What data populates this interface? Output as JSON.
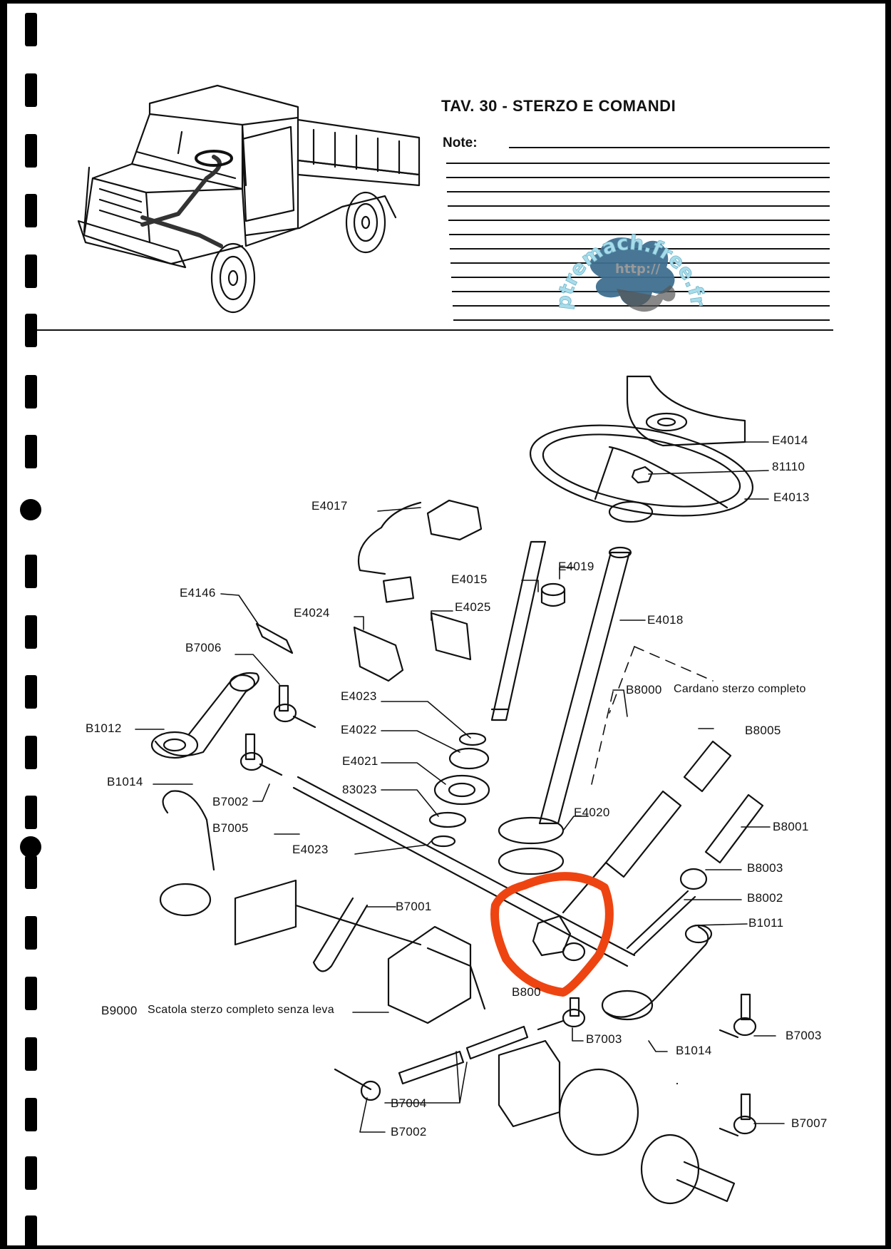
{
  "header": {
    "title": "TAV. 30 - STERZO E COMANDI",
    "note_label": "Note:"
  },
  "watermark": {
    "text": "ptremach.free.fr",
    "prefix": "http://",
    "splash_color": "#3f6f8f",
    "text_color": "#a8dceb"
  },
  "annotation": {
    "highlight_color": "#ee4411",
    "target_part": "B800"
  },
  "parts": {
    "E4014": "E4014",
    "81110": "81110",
    "E4013": "E4013",
    "E4017": "E4017",
    "E4015": "E4015",
    "E4019": "E4019",
    "E4146": "E4146",
    "E4024": "E4024",
    "E4025": "E4025",
    "E4018": "E4018",
    "B7006": "B7006",
    "B8000": "B8000",
    "B8000_desc": "Cardano sterzo completo",
    "E4023a": "E4023",
    "B8005": "B8005",
    "B1012": "B1012",
    "E4022": "E4022",
    "E4021": "E4021",
    "B1014a": "B1014",
    "83023": "83023",
    "B7002a": "B7002",
    "E4020": "E4020",
    "B8001": "B8001",
    "B7005": "B7005",
    "E4023b": "E4023",
    "B8003": "B8003",
    "B8002": "B8002",
    "B7001": "B7001",
    "B1011": "B1011",
    "B800x": "B800",
    "B9000": "B9000",
    "B9000_desc": "Scatola sterzo completo senza leva",
    "B7003a": "B7003",
    "B1014b": "B1014",
    "B7003b": "B7003",
    "B7004": "B7004",
    "B7002b": "B7002",
    "B7007": "B7007"
  }
}
